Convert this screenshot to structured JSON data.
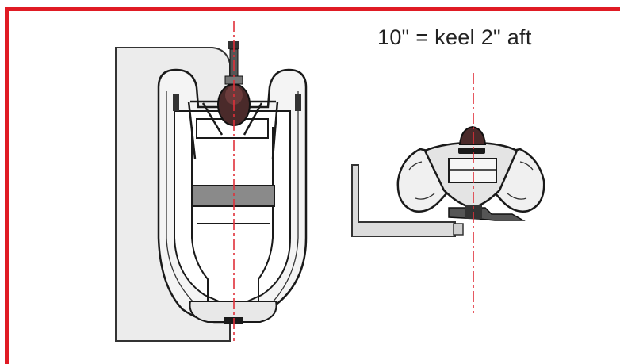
{
  "caption": "10\" = keel 2\" aft",
  "colors": {
    "frame": "#e01b24",
    "centerline": "#e0303a",
    "outline": "#1a1a1a",
    "hull_fill": "#f2f2f2",
    "panel_fill": "#e9e9e9",
    "seat_fill": "#8a8a8a",
    "engine_fill": "#4a2a2a"
  },
  "views": [
    "top-view-dinghy-on-platform",
    "stern-view-dinghy-on-bracket"
  ]
}
